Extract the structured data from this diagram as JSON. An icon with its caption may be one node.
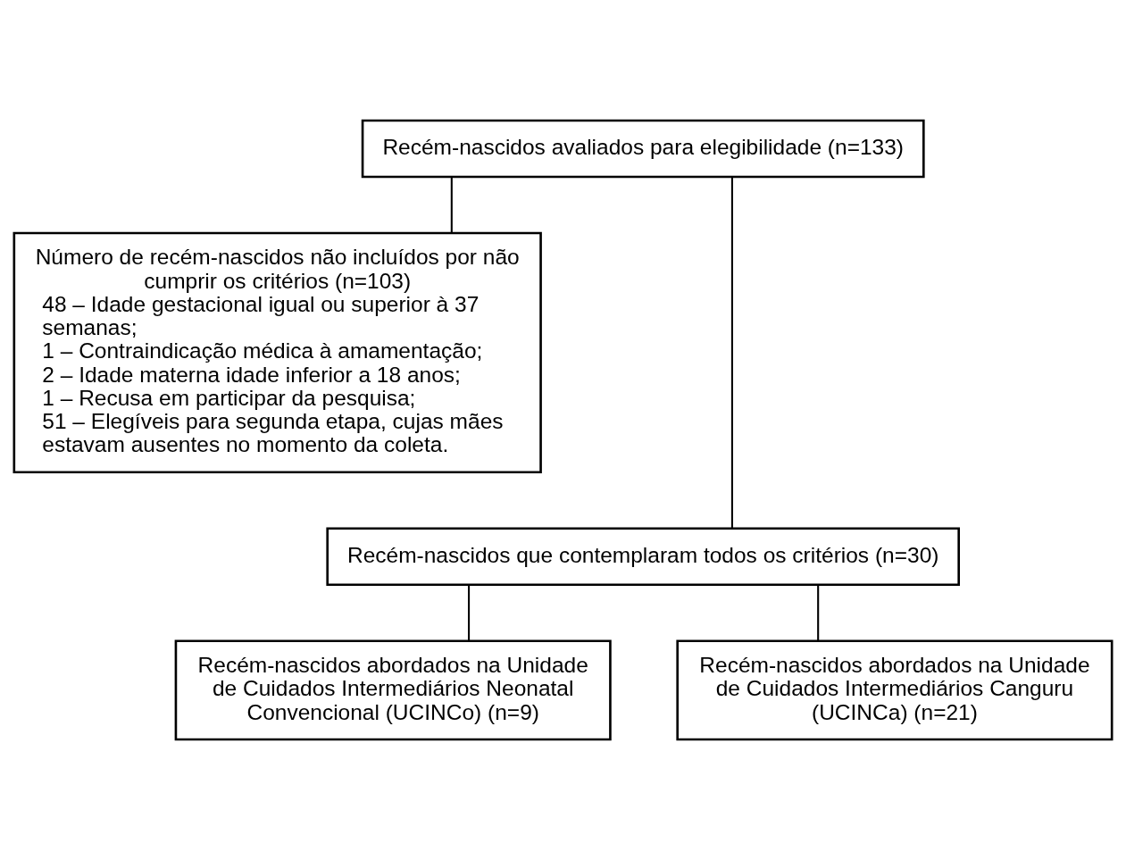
{
  "diagram": {
    "nodes": [
      {
        "text": [
          "Recém-nascidos avaliados para elegibilidade (n=133)"
        ]
      },
      {
        "text": [
          "Número de recém-nascidos não incluídos por não cumprir os critérios (n=103)",
          "48 – Idade gestacional igual ou superior à 37 semanas;",
          "1 – Contraindicação médica à amamentação;",
          "2 – Idade materna idade inferior a 18 anos;",
          "1 – Recusa em participar da pesquisa;",
          "51 – Elegíveis para segunda etapa, cujas mães estavam ausentes no momento da coleta."
        ]
      },
      {
        "text": [
          "Recém-nascidos que contemplaram todos os critérios (n=30)"
        ]
      },
      {
        "text": [
          "Recém-nascidos abordados na Unidade de Cuidados Intermediários Neonatal Convencional (UCINCo) (n=9)"
        ]
      },
      {
        "text": [
          "Recém-nascidos abordados na Unidade de Cuidados Intermediários Canguru (UCINCa) (n=21)"
        ]
      }
    ],
    "edges": [
      {
        "from": 0,
        "to": 1,
        "arrow": "none"
      },
      {
        "from": 0,
        "to": 2,
        "arrow": "none"
      },
      {
        "from": 2,
        "to": 3,
        "arrow": "none"
      },
      {
        "from": 2,
        "to": 4,
        "arrow": "none"
      }
    ]
  }
}
